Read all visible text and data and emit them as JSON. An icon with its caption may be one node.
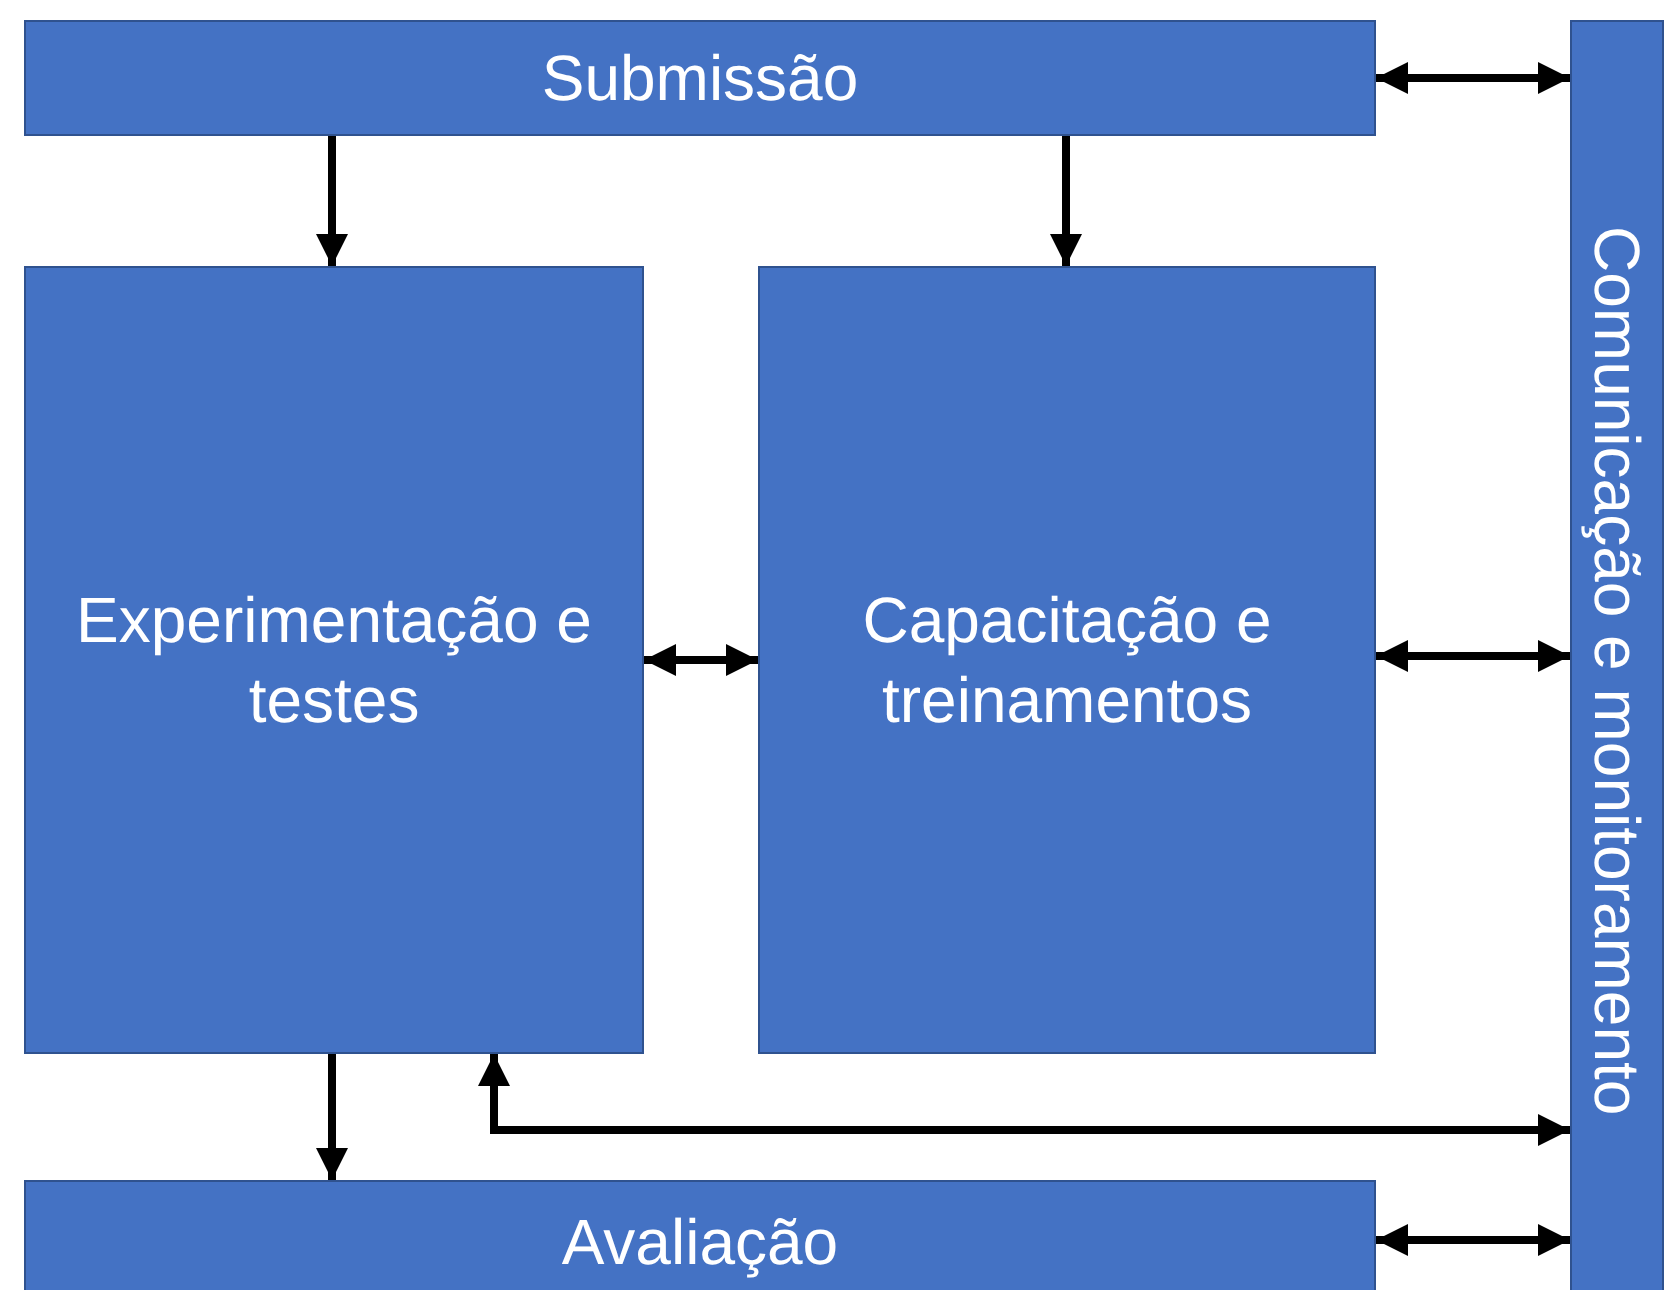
{
  "diagram": {
    "nodes": [
      {
        "text": [
          "Submissão"
        ]
      },
      {
        "text": [
          "Experimentação e testes"
        ]
      },
      {
        "text": [
          "Capacitação e treinamentos"
        ]
      },
      {
        "text": [
          "Avaliação"
        ]
      },
      {
        "text": [
          "Comunicação e monitoramento"
        ]
      }
    ],
    "edges": [
      {
        "from": 0,
        "to": 1,
        "arrow": "to"
      },
      {
        "from": 0,
        "to": 2,
        "arrow": "to"
      },
      {
        "from": 0,
        "to": 4,
        "arrow": "both"
      },
      {
        "from": 1,
        "to": 2,
        "arrow": "both"
      },
      {
        "from": 2,
        "to": 4,
        "arrow": "both"
      },
      {
        "from": 1,
        "to": 3,
        "arrow": "to"
      },
      {
        "from": 4,
        "to": 1,
        "arrow": "both"
      },
      {
        "from": 3,
        "to": 4,
        "arrow": "both"
      }
    ]
  }
}
